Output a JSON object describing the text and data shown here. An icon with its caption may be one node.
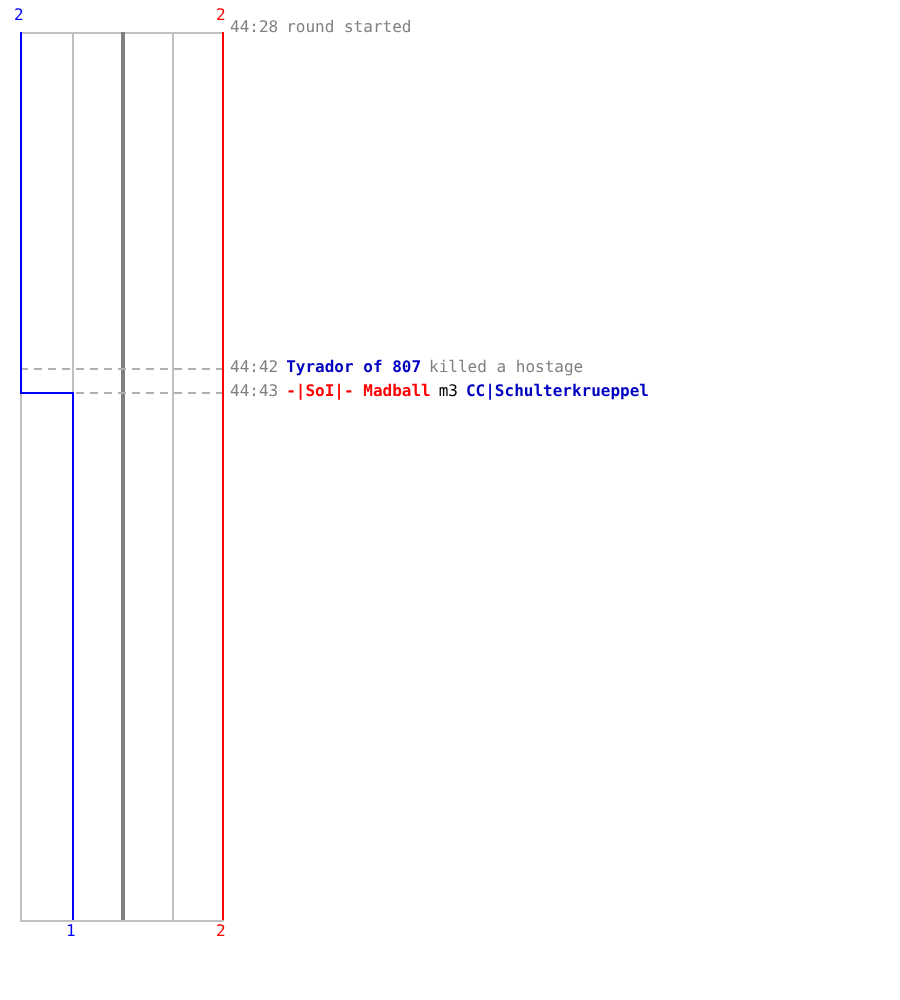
{
  "diagram": {
    "labels": [
      "2",
      "2",
      "44:28",
      "round started",
      "44:42",
      "Tyrador of 807",
      "killed a hostage",
      "44:43",
      "-|SoI|- Madball",
      "m3",
      "CC|Schulterkrueppel",
      "1",
      "2"
    ]
  }
}
